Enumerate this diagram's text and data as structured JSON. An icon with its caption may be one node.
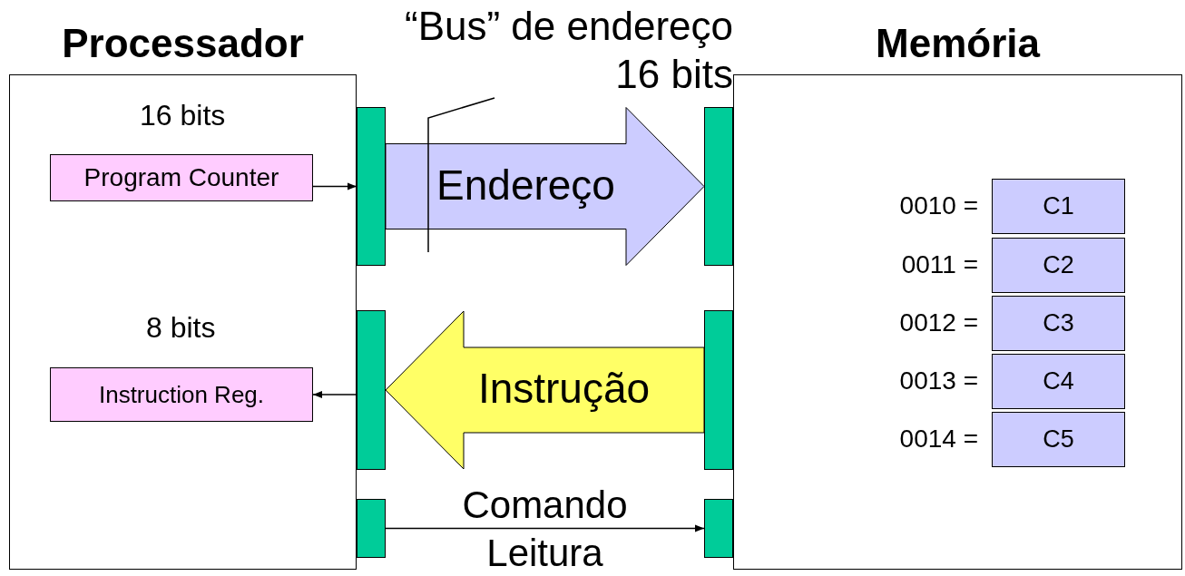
{
  "diagram": {
    "nodes": [
      {
        "text": [
          "Processador"
        ]
      },
      {
        "text": [
          "Program Counter"
        ],
        "in": 0,
        "beside": [
          "16 bits"
        ]
      },
      {
        "text": [
          "Instruction Reg."
        ],
        "in": 0,
        "beside": [
          "8 bits"
        ]
      },
      {
        "text": [],
        "shape": "bar"
      },
      {
        "text": [],
        "shape": "bar"
      },
      {
        "text": [],
        "shape": "bar"
      },
      {
        "text": [
          "Memória"
        ]
      },
      {
        "text": [
          "C1"
        ],
        "in": 6,
        "beside": [
          "0010 ="
        ]
      },
      {
        "text": [
          "C2"
        ],
        "in": 6,
        "beside": [
          "0011 ="
        ]
      },
      {
        "text": [
          "C3"
        ],
        "in": 6,
        "beside": [
          "0012 ="
        ]
      },
      {
        "text": [
          "C4"
        ],
        "in": 6,
        "beside": [
          "0013 ="
        ]
      },
      {
        "text": [
          "C5"
        ],
        "in": 6,
        "beside": [
          "0014 ="
        ]
      },
      {
        "text": [],
        "shape": "bar"
      },
      {
        "text": [],
        "shape": "bar"
      },
      {
        "text": [],
        "shape": "bar"
      },
      {
        "text": [
          "“Bus” de endereço 16 bits"
        ]
      }
    ],
    "edges": [
      {
        "from": 1,
        "to": 3,
        "arrow": "to"
      },
      {
        "from": 3,
        "to": 12,
        "arrow": "to",
        "label": "Endereço",
        "style": "thick",
        "color": "#ccccff"
      },
      {
        "from": 13,
        "to": 4,
        "arrow": "to",
        "label": "Instrução",
        "style": "thick",
        "color": "#ffff66"
      },
      {
        "from": 4,
        "to": 2,
        "arrow": "to"
      },
      {
        "from": 5,
        "to": 14,
        "arrow": "to",
        "label": "Comando Leitura"
      },
      {
        "from": 15,
        "to": null,
        "arrow": "none"
      }
    ]
  }
}
